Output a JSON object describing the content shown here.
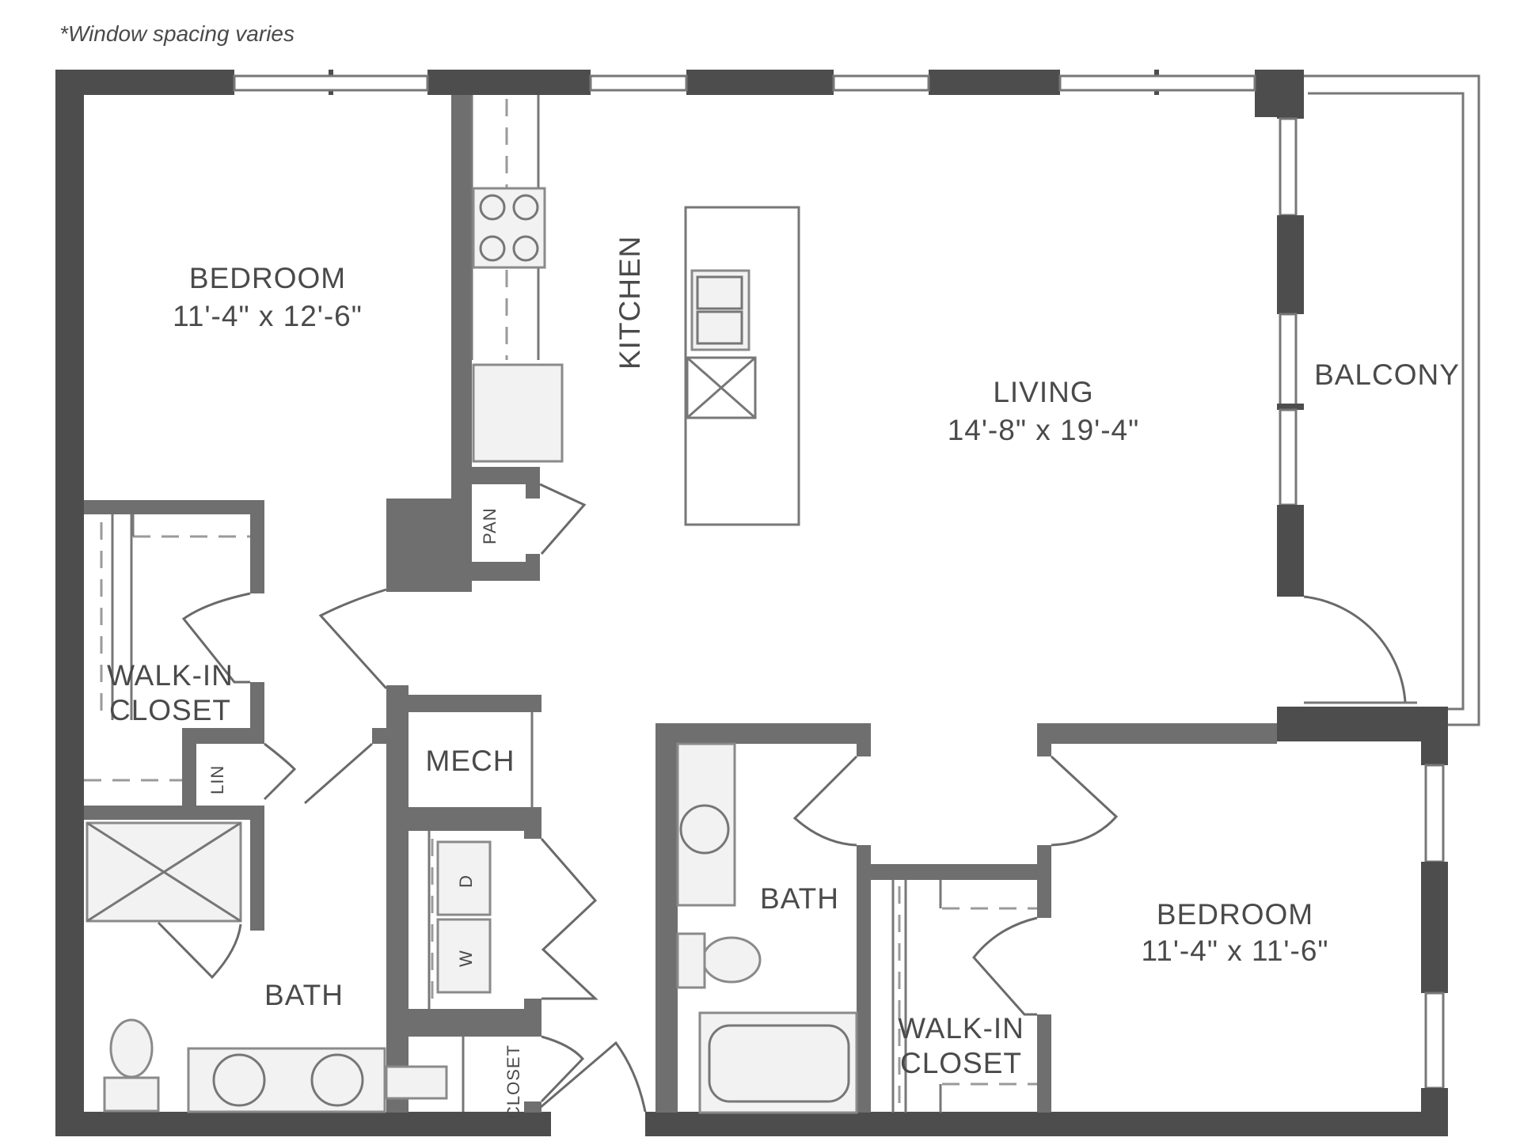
{
  "note": "*Window spacing varies",
  "rooms": {
    "bedroom1": {
      "name": "BEDROOM",
      "dims": "11'-4\" x 12'-6\""
    },
    "kitchen": {
      "name": "KITCHEN"
    },
    "pantry": {
      "name": "PAN"
    },
    "living": {
      "name": "LIVING",
      "dims": "14'-8\" x 19'-4\""
    },
    "balcony": {
      "name": "BALCONY"
    },
    "walkin1": {
      "line1": "WALK-IN",
      "line2": "CLOSET"
    },
    "linen": {
      "name": "LIN"
    },
    "mech": {
      "name": "MECH"
    },
    "washer": {
      "name": "W"
    },
    "dryer": {
      "name": "D"
    },
    "bath1": {
      "name": "BATH"
    },
    "closet": {
      "name": "CLOSET"
    },
    "bath2": {
      "name": "BATH"
    },
    "walkin2": {
      "line1": "WALK-IN",
      "line2": "CLOSET"
    },
    "bedroom2": {
      "name": "BEDROOM",
      "dims": "11'-4\" x 11'-6\""
    }
  },
  "colors": {
    "wall": "#6f6f6f",
    "dark_wall": "#4d4d4d",
    "text": "#4a4a4a",
    "background": "#ffffff"
  }
}
